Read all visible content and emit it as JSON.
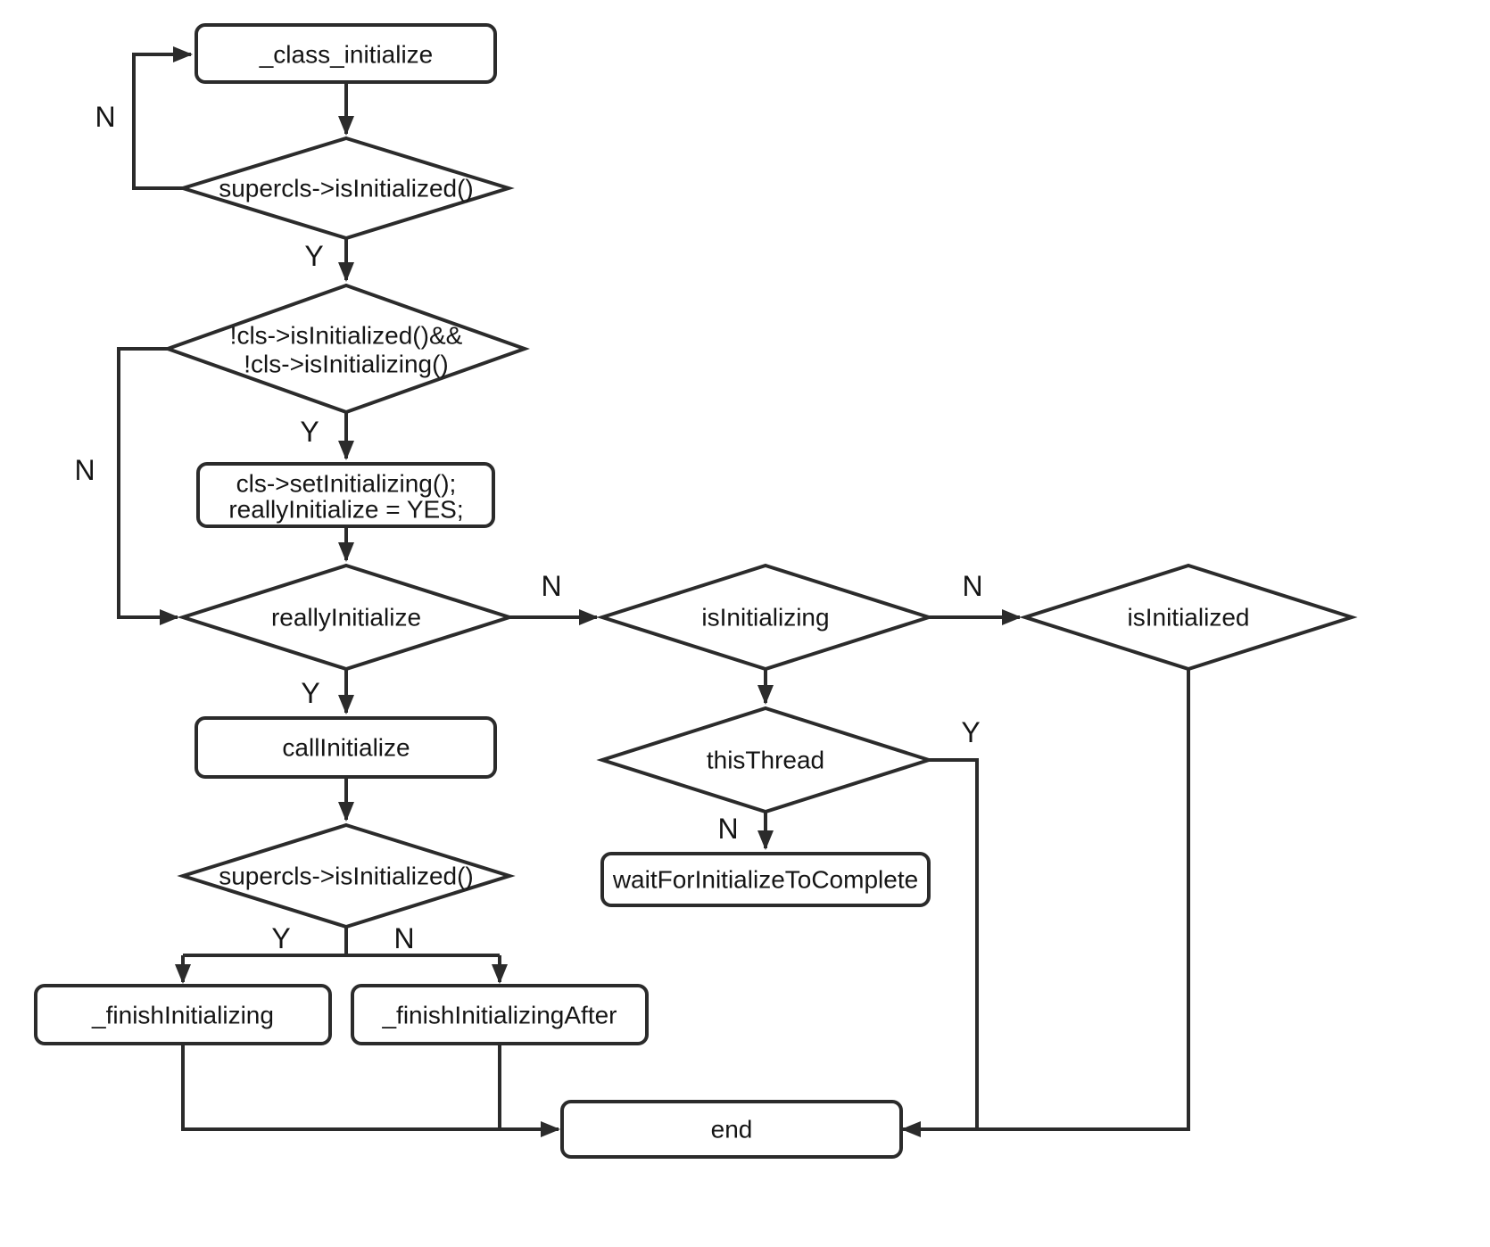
{
  "diagram": {
    "colors": {
      "stroke": "#2b2b2b",
      "text": "#151515",
      "background": "#ffffff"
    },
    "nodes": {
      "classInitialize": {
        "label": "_class_initialize"
      },
      "superclsIsInitializedTop": {
        "label": "supercls->isInitialized()"
      },
      "clsCheck": {
        "line1": "!cls->isInitialized()&&",
        "line2": "!cls->isInitializing()"
      },
      "setInitializing": {
        "line1": "cls->setInitializing();",
        "line2": "reallyInitialize = YES;"
      },
      "reallyInitialize": {
        "label": "reallyInitialize"
      },
      "isInitializing": {
        "label": "isInitializing"
      },
      "isInitialized": {
        "label": "isInitialized"
      },
      "callInitialize": {
        "label": "callInitialize"
      },
      "thisThread": {
        "label": "thisThread"
      },
      "superclsIsInitializedBottom": {
        "label": "supercls->isInitialized()"
      },
      "waitForInitializeToComplete": {
        "label": "waitForInitializeToComplete"
      },
      "finishInitializing": {
        "label": "_finishInitializing"
      },
      "finishInitializingAfter": {
        "label": "_finishInitializingAfter"
      },
      "end": {
        "label": "end"
      }
    },
    "edgeLabels": {
      "superclsTopNo": "N",
      "superclsTopYes": "Y",
      "clsCheckYes": "Y",
      "clsCheckNo": "N",
      "reallyInitializeNo": "N",
      "reallyInitializeYes": "Y",
      "isInitializingNo": "N",
      "thisThreadYes": "Y",
      "thisThreadNo": "N",
      "superclsBottomYes": "Y",
      "superclsBottomNo": "N"
    }
  }
}
